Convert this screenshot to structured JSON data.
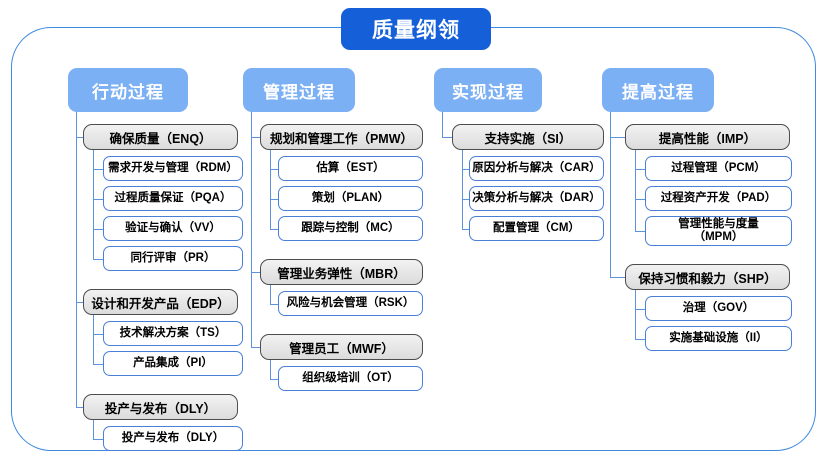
{
  "title": "质量纲领",
  "columns": [
    {
      "header": "行动过程",
      "groups": [
        {
          "label": "确保质量（ENQ）",
          "children": [
            "需求开发与管理（RDM）",
            "过程质量保证（PQA）",
            "验证与确认（VV）",
            "同行评审（PR）"
          ]
        },
        {
          "label": "设计和开发产品（EDP）",
          "children": [
            "技术解决方案（TS）",
            "产品集成（PI）"
          ]
        },
        {
          "label": "投产与发布（DLY）",
          "children": [
            "投产与发布（DLY）"
          ]
        }
      ]
    },
    {
      "header": "管理过程",
      "groups": [
        {
          "label": "规划和管理工作（PMW）",
          "children": [
            "估算（EST）",
            "策划（PLAN）",
            "跟踪与控制（MC）"
          ]
        },
        {
          "label": "管理业务弹性（MBR）",
          "children": [
            "风险与机会管理（RSK）"
          ]
        },
        {
          "label": "管理员工（MWF）",
          "children": [
            "组织级培训（OT）"
          ]
        }
      ]
    },
    {
      "header": "实现过程",
      "groups": [
        {
          "label": "支持实施（SI）",
          "children": [
            "原因分析与解决（CAR）",
            "决策分析与解决（DAR）",
            "配置管理（CM）"
          ]
        }
      ]
    },
    {
      "header": "提高过程",
      "groups": [
        {
          "label": "提高性能（IMP）",
          "children": [
            "过程管理（PCM）",
            "过程资产开发（PAD）",
            "管理性能与度量\n（MPM）"
          ]
        },
        {
          "label": "保持习惯和毅力（SHP）",
          "children": [
            "治理（GOV）",
            "实施基础设施（II）"
          ]
        }
      ]
    }
  ],
  "colors": {
    "title_chip": "#1560d8",
    "column_header": "#7cb0f5",
    "frame_border": "#3d8ae0",
    "connector": "#5b93e0",
    "group_border": "#4d4d4d",
    "leaf_border": "#4a7fd8",
    "background": "#ffffff"
  }
}
